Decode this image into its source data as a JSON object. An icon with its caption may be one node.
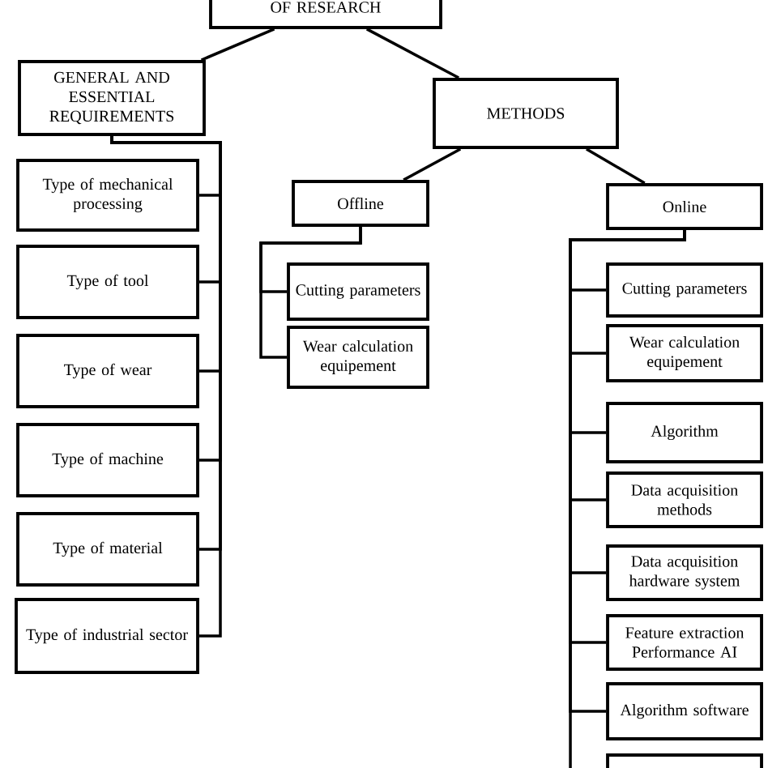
{
  "diagram": {
    "nodes": [
      {
        "text": [
          "OF RESEARCH"
        ]
      },
      {
        "text": [
          "GENERAL AND ESSENTIAL REQUIREMENTS"
        ]
      },
      {
        "text": [
          "METHODS"
        ]
      },
      {
        "text": [
          "Offline"
        ]
      },
      {
        "text": [
          "Online"
        ]
      },
      {
        "text": [
          "Type of mechanical processing"
        ]
      },
      {
        "text": [
          "Type of tool"
        ]
      },
      {
        "text": [
          "Type of wear"
        ]
      },
      {
        "text": [
          "Type of machine"
        ]
      },
      {
        "text": [
          "Type of material"
        ]
      },
      {
        "text": [
          "Type of industrial sector"
        ]
      },
      {
        "text": [
          "Cutting parameters"
        ]
      },
      {
        "text": [
          "Wear calculation equipement"
        ]
      },
      {
        "text": [
          "Cutting parameters"
        ]
      },
      {
        "text": [
          "Wear calculation equipement"
        ]
      },
      {
        "text": [
          "Algorithm"
        ]
      },
      {
        "text": [
          "Data acquisition methods"
        ]
      },
      {
        "text": [
          "Data acquisition hardware system"
        ]
      },
      {
        "text": [
          "Feature extraction Performance AI"
        ]
      },
      {
        "text": [
          "Algorithm software"
        ]
      },
      {
        "text": [],
        "shape": "box"
      }
    ],
    "edges": [
      {
        "from": 0,
        "to": 1,
        "arrow": "none"
      },
      {
        "from": 0,
        "to": 2,
        "arrow": "none"
      },
      {
        "from": 2,
        "to": 3,
        "arrow": "none"
      },
      {
        "from": 2,
        "to": 4,
        "arrow": "none"
      },
      {
        "from": 1,
        "to": 5,
        "arrow": "none"
      },
      {
        "from": 1,
        "to": 6,
        "arrow": "none"
      },
      {
        "from": 1,
        "to": 7,
        "arrow": "none"
      },
      {
        "from": 1,
        "to": 8,
        "arrow": "none"
      },
      {
        "from": 1,
        "to": 9,
        "arrow": "none"
      },
      {
        "from": 1,
        "to": 10,
        "arrow": "none"
      },
      {
        "from": 3,
        "to": 11,
        "arrow": "none"
      },
      {
        "from": 3,
        "to": 12,
        "arrow": "none"
      },
      {
        "from": 4,
        "to": 13,
        "arrow": "none"
      },
      {
        "from": 4,
        "to": 14,
        "arrow": "none"
      },
      {
        "from": 4,
        "to": 15,
        "arrow": "none"
      },
      {
        "from": 4,
        "to": 16,
        "arrow": "none"
      },
      {
        "from": 4,
        "to": 17,
        "arrow": "none"
      },
      {
        "from": 4,
        "to": 18,
        "arrow": "none"
      },
      {
        "from": 4,
        "to": 19,
        "arrow": "none"
      },
      {
        "from": 4,
        "to": 20,
        "arrow": "none"
      }
    ]
  }
}
